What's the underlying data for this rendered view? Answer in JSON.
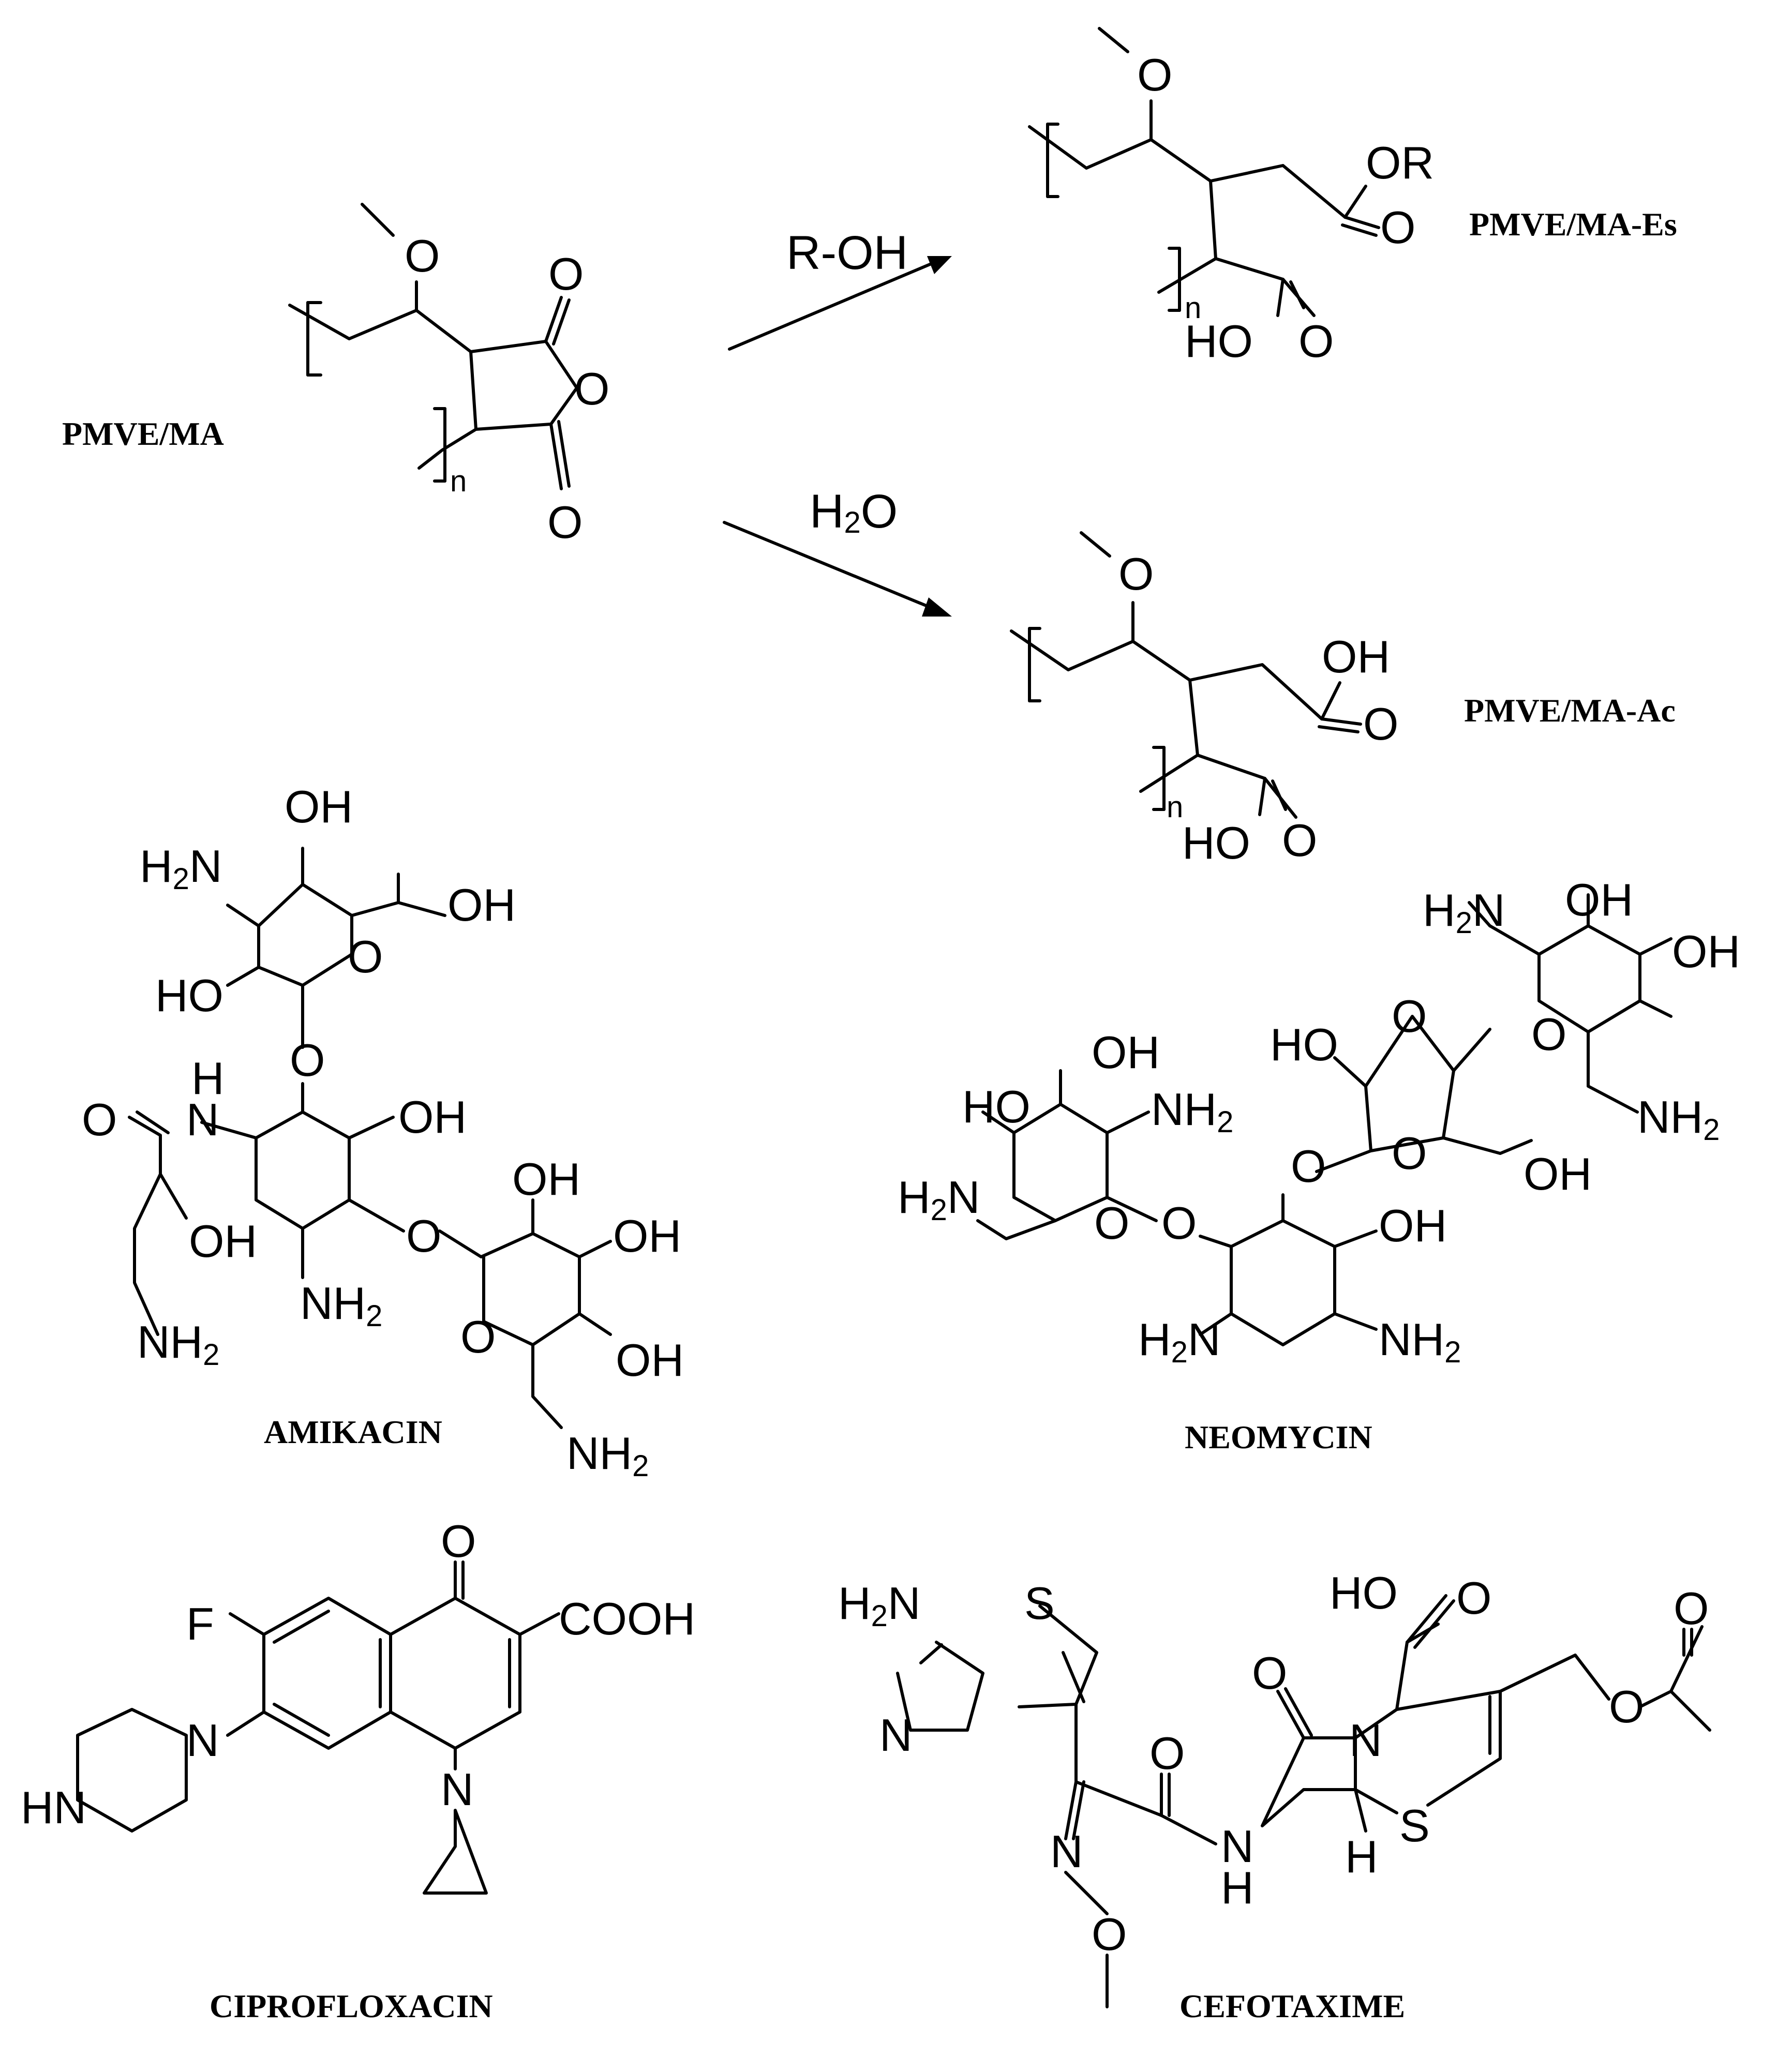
{
  "compounds": {
    "pmve_ma": "PMVE/MA",
    "pmve_ma_es": "PMVE/MA-Es",
    "pmve_ma_ac": "PMVE/MA-Ac",
    "amikacin": "AMIKACIN",
    "neomycin": "NEOMYCIN",
    "ciprofloxacin": "CIPROFLOXACIN",
    "cefotaxime": "CEFOTAXIME"
  },
  "reagents": {
    "esterification": "R-OH",
    "hydrolysis_main": "H",
    "hydrolysis_sub": "2",
    "hydrolysis_end": "O"
  },
  "labels": {
    "n": "n",
    "O": "O",
    "OR": "OR",
    "OH": "OH",
    "HO": "HO",
    "H2N_main": "H",
    "H2N_sub": "2",
    "H2N_end": "N",
    "NH2_main": "NH",
    "NH2_sub": "2",
    "N": "N",
    "H": "H",
    "S": "S",
    "F": "F",
    "HN": "HN",
    "COOH": "COOH"
  }
}
